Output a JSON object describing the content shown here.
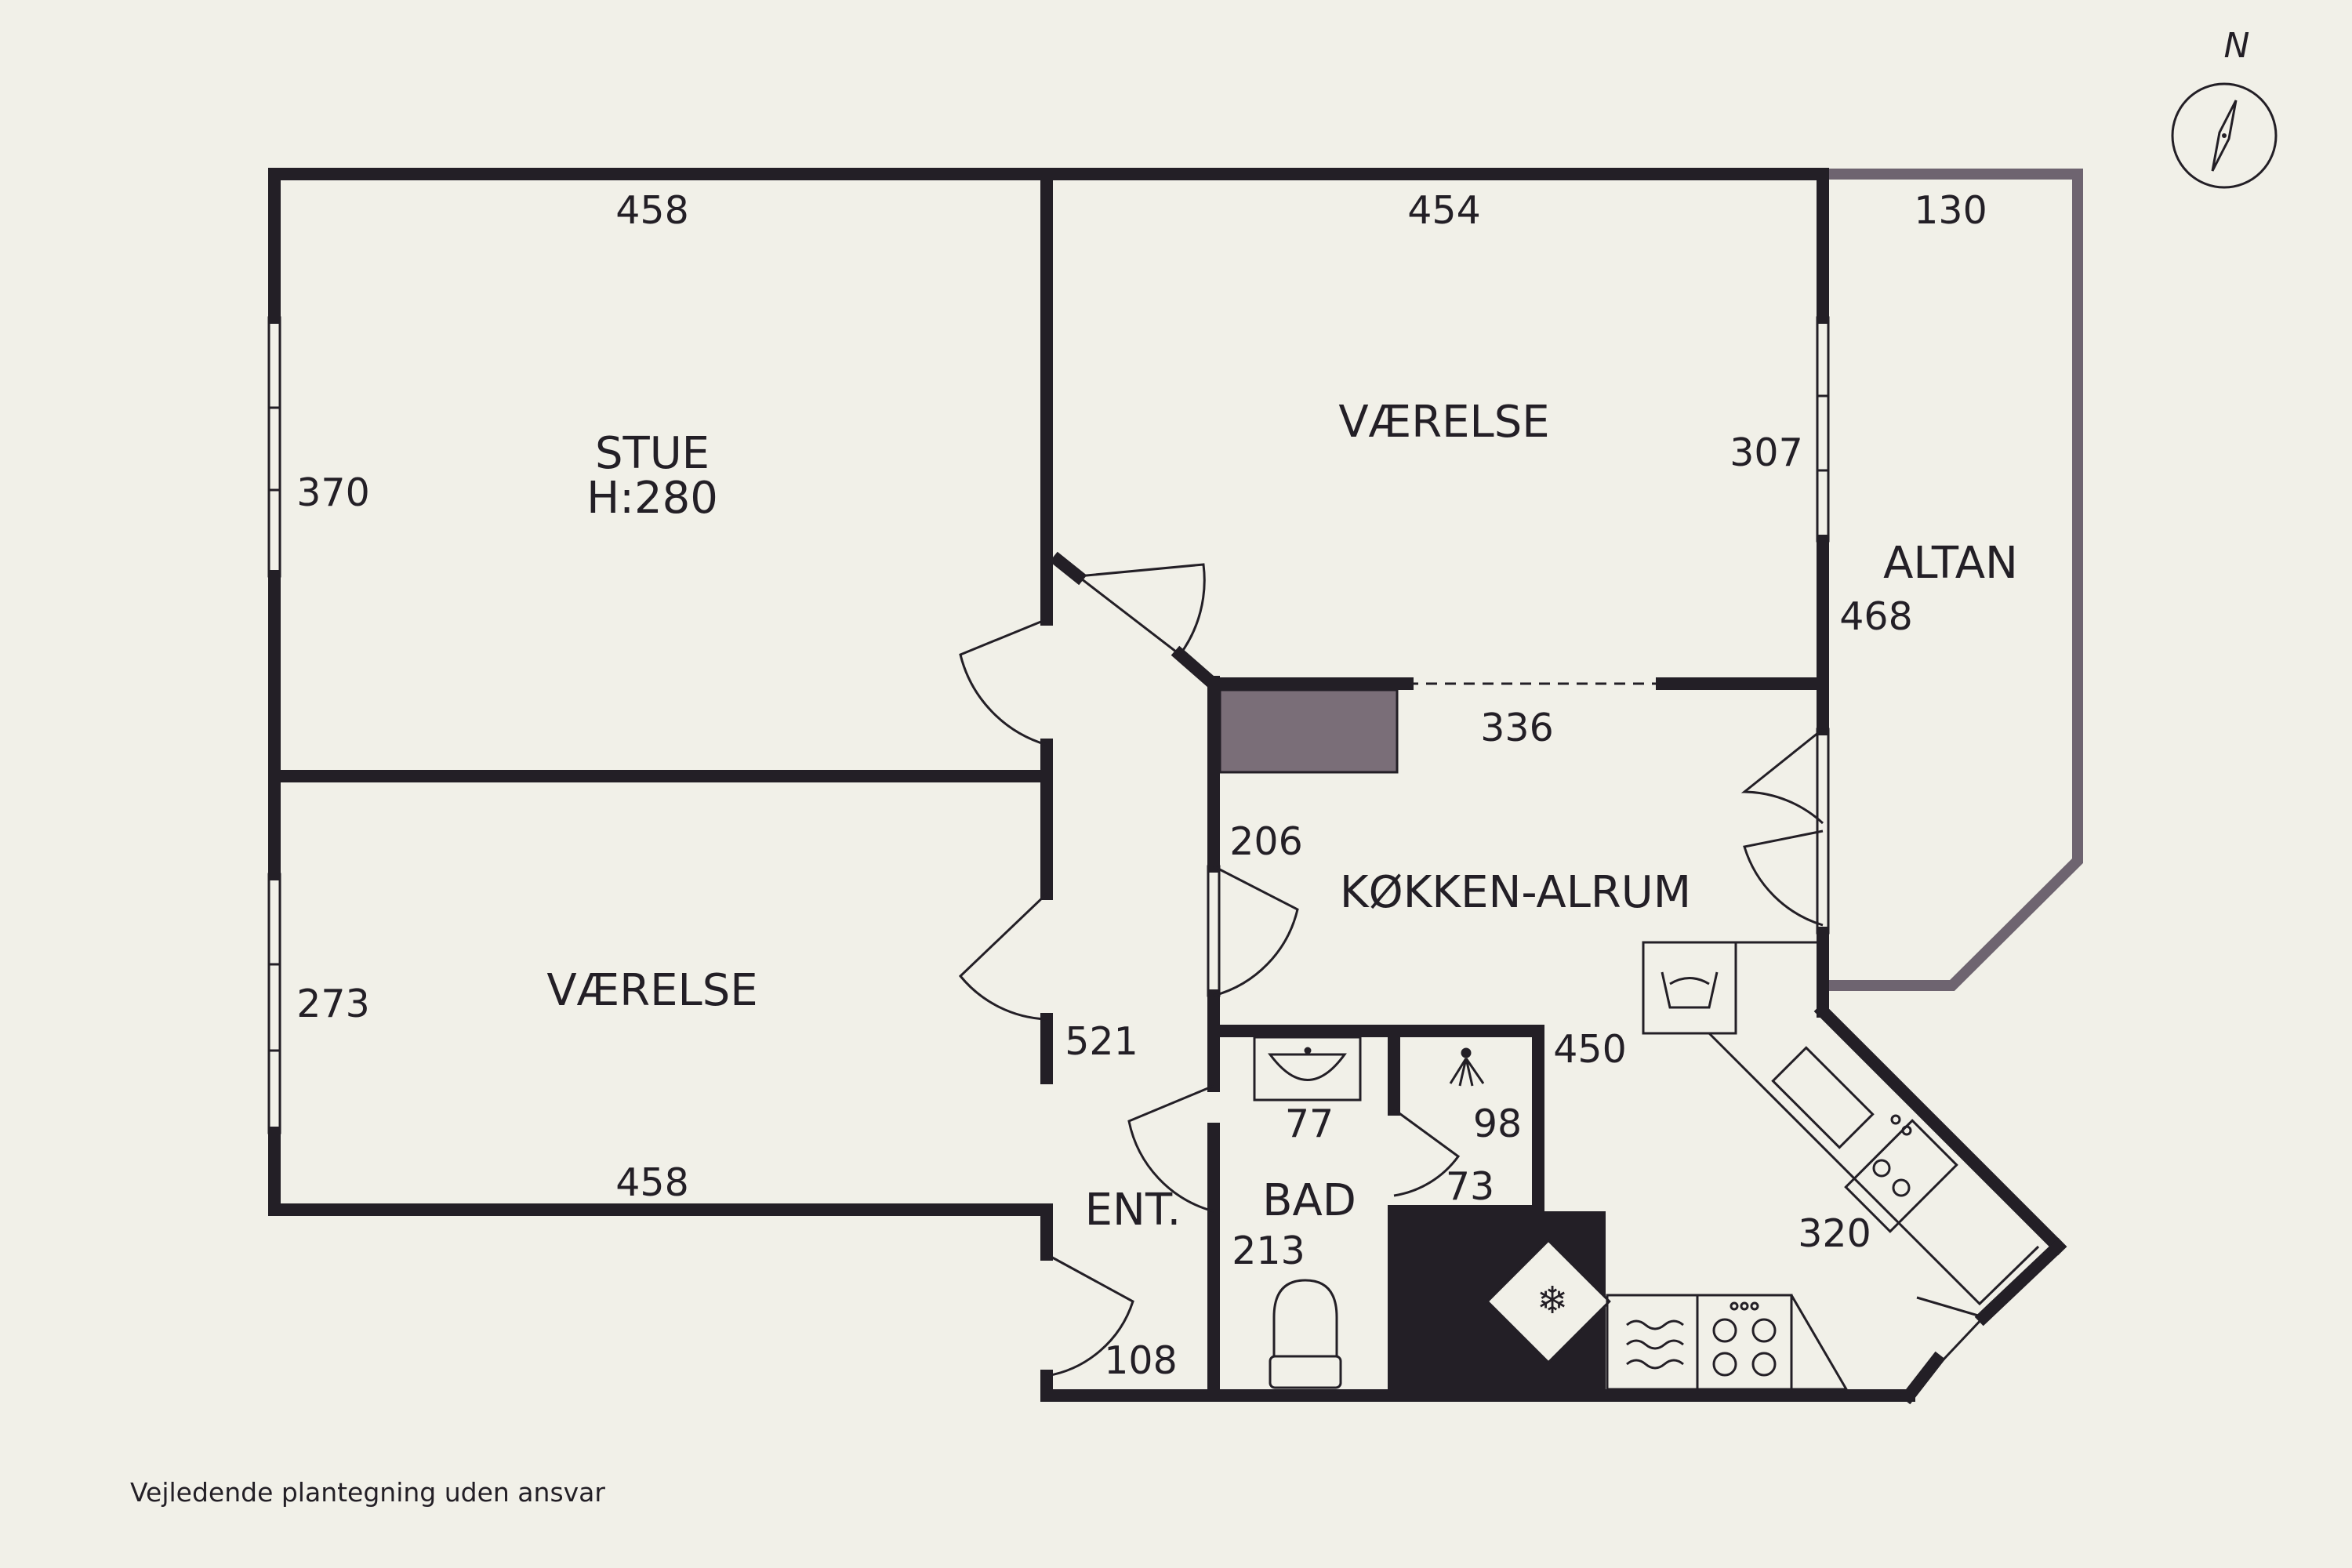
{
  "rooms": {
    "stue": "STUE",
    "stue_height": "H:280",
    "vaerelse_top": "VÆRELSE",
    "vaerelse_left": "VÆRELSE",
    "altan": "ALTAN",
    "kokken": "KØKKEN-ALRUM",
    "entre": "ENT.",
    "bad": "BAD"
  },
  "dimensions": {
    "stue_width": "458",
    "stue_depth": "370",
    "vaerelse_top_width": "454",
    "vaerelse_top_depth": "307",
    "altan_width": "130",
    "altan_depth": "468",
    "kokken_width": "336",
    "kokken_depth": "206",
    "kokken_side": "450",
    "kokken_diag": "320",
    "vaerelse_left_depth": "273",
    "vaerelse_left_width": "458",
    "hall_length": "521",
    "entre_width": "108",
    "bad_sink": "77",
    "bad_depth": "213",
    "shower_width": "98",
    "shower_depth": "73"
  },
  "compass": {
    "label": "N"
  },
  "footer": {
    "disclaimer": "Vejledende plantegning uden ansvar"
  },
  "colors": {
    "wall": "#231f26",
    "balcony_wall": "#6e6470",
    "background": "#f1f0e8",
    "chimney": "#7a6e78"
  }
}
